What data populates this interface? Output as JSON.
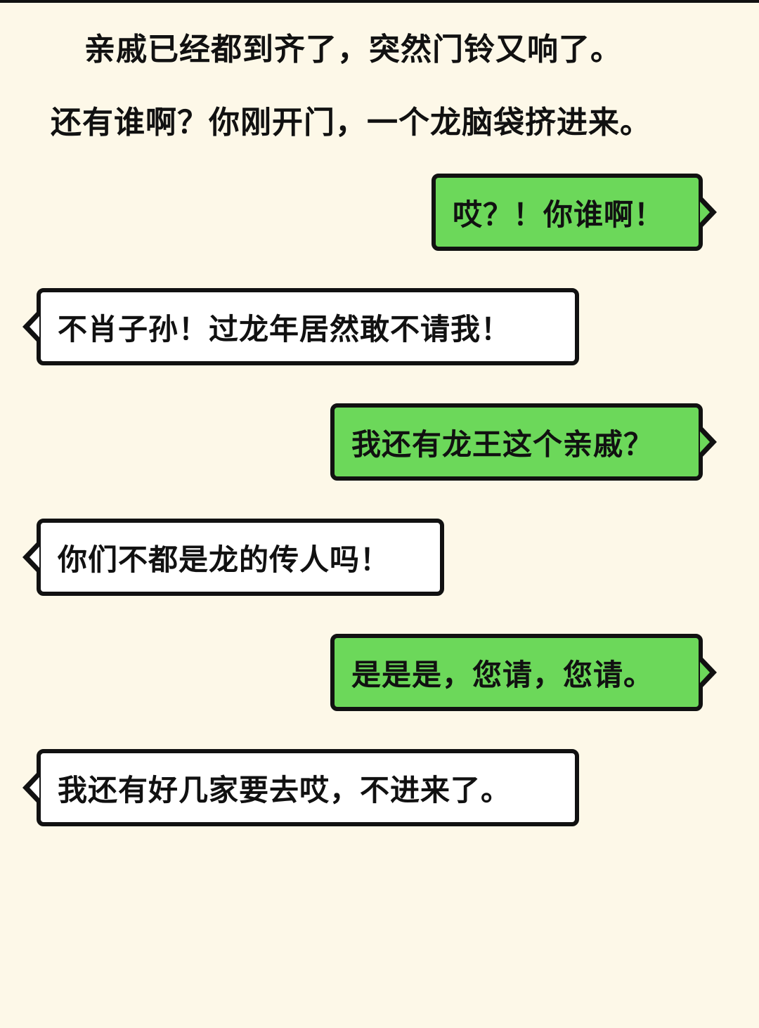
{
  "narration": [
    "亲戚已经都到齐了，突然门铃又响了。",
    "还有谁啊？你刚开门，一个龙脑袋挤进来。"
  ],
  "messages": [
    {
      "side": "sent",
      "text": "哎？！你谁啊！"
    },
    {
      "side": "received",
      "text": "不肖子孙！过龙年居然敢不请我！"
    },
    {
      "side": "sent",
      "text": "我还有龙王这个亲戚？"
    },
    {
      "side": "received",
      "text": "你们不都是龙的传人吗！"
    },
    {
      "side": "sent",
      "text": "是是是，您请，您请。"
    },
    {
      "side": "received",
      "text": "我还有好几家要去哎，不进来了。"
    }
  ],
  "colors": {
    "background": "#fdf8e8",
    "sent_bubble": "#6cd85a",
    "received_bubble": "#ffffff",
    "outline": "#111111"
  }
}
